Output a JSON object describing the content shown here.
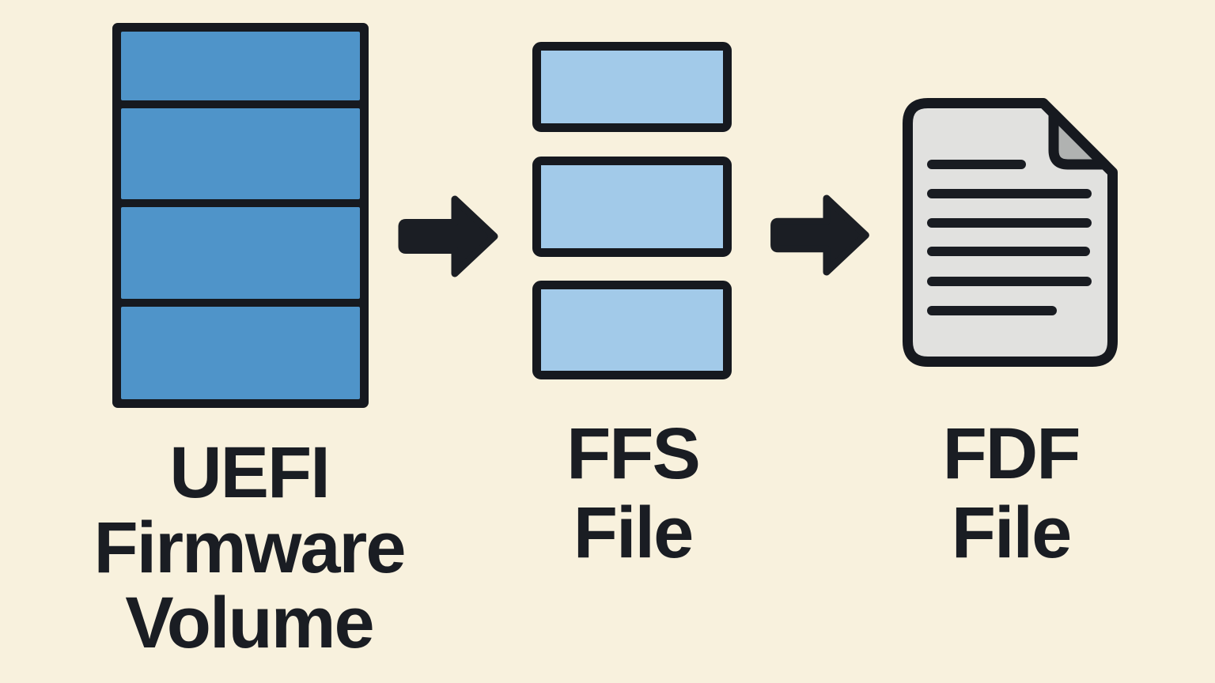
{
  "diagram": {
    "background_color": "#f8f1dd",
    "ink_color": "#181b21",
    "nodes": [
      {
        "id": "uefi-firmware-volume",
        "shape": "stacked-volume",
        "segment_count": 4,
        "fill": "#4f94c9",
        "label_lines": [
          "UEFI",
          "Firmware",
          "Volume"
        ]
      },
      {
        "id": "ffs-file",
        "shape": "block-stack",
        "block_count": 3,
        "fill": "#a2cae9",
        "label_lines": [
          "FFS",
          "File"
        ]
      },
      {
        "id": "fdf-file",
        "shape": "document",
        "fill": "#e1e1df",
        "fold_fill": "#b0b2b1",
        "text_line_count": 6,
        "label_lines": [
          "FDF",
          "File"
        ]
      }
    ],
    "connectors": [
      {
        "from": "uefi-firmware-volume",
        "to": "ffs-file",
        "type": "arrow-right"
      },
      {
        "from": "ffs-file",
        "to": "fdf-file",
        "type": "arrow-right"
      }
    ]
  }
}
